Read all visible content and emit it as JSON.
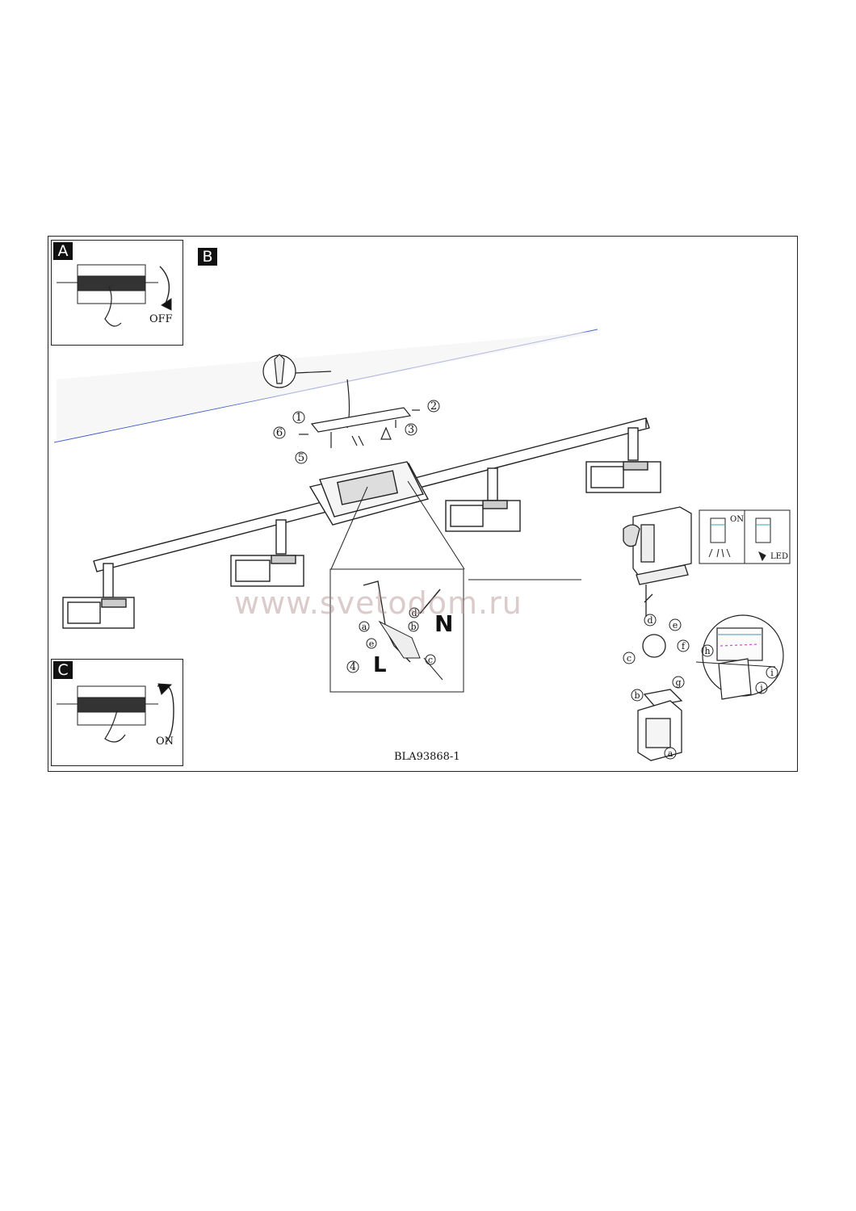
{
  "panels": {
    "a": {
      "letter": "A",
      "switch_label": "OFF"
    },
    "b": {
      "letter": "B"
    },
    "c": {
      "letter": "C",
      "switch_label": "ON"
    }
  },
  "step_numbers": [
    "1",
    "2",
    "3",
    "4",
    "5",
    "6"
  ],
  "step_letters": [
    "a",
    "b",
    "c",
    "d",
    "e",
    "f",
    "g",
    "h",
    "i",
    "j"
  ],
  "wire_labels": {
    "live": "L",
    "neutral": "N"
  },
  "status_inset": {
    "on_label": "ON",
    "led_label": "LED"
  },
  "drawing_code": "BLA93868-1",
  "watermark": "www.svetodom.ru"
}
